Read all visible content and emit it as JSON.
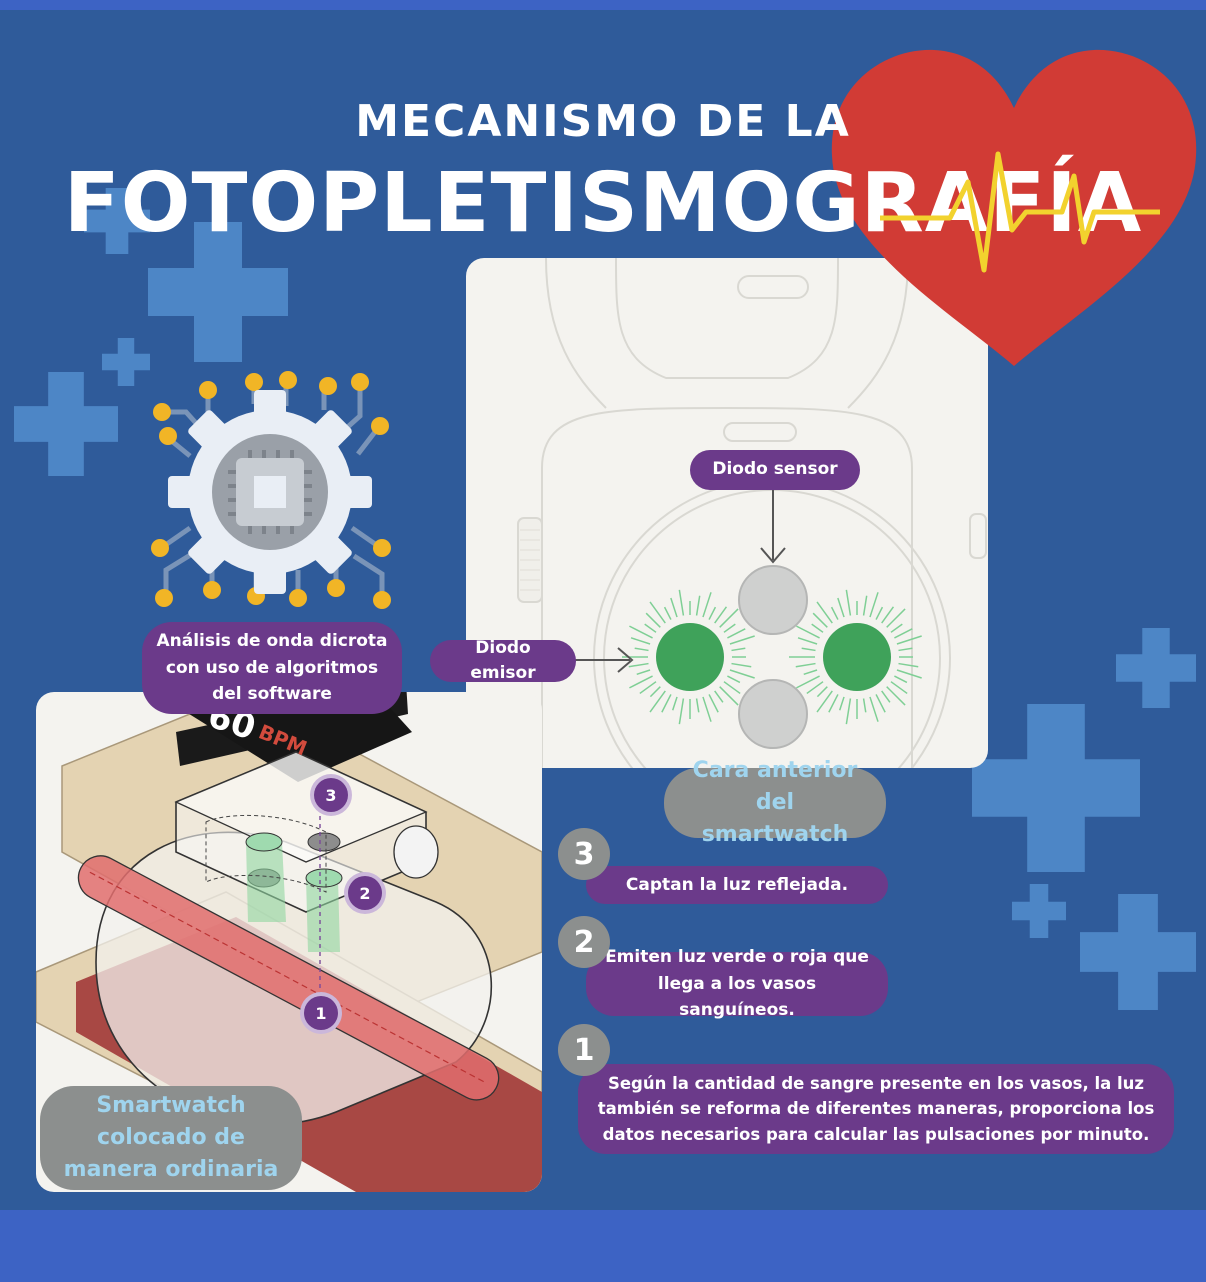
{
  "title": {
    "line1": "MECANISMO DE LA",
    "line2": "FOTOPLETISMOGRAFÍA"
  },
  "watch_face": {
    "sensor_label": "Diodo sensor",
    "emitter_label": "Diodo emisor",
    "caption": "Cara anterior del smartwatch"
  },
  "software": {
    "label": "Análisis de onda dicrota con uso de algoritmos del software"
  },
  "wrist_diagram": {
    "screen_text": "BPM",
    "screen_number": "60",
    "caption": "Smartwatch colocado de manera ordinaria",
    "markers": [
      "3",
      "2",
      "1"
    ]
  },
  "steps": [
    {
      "number": "3",
      "text": "Captan la luz reflejada."
    },
    {
      "number": "2",
      "text": "Emiten luz verde o roja que llega a los vasos sanguíneos."
    },
    {
      "number": "1",
      "text": "Según la cantidad de sangre presente en los vasos, la luz también se reforma de diferentes maneras, proporciona los datos necesarios para calcular las pulsaciones por minuto."
    }
  ],
  "colors": {
    "background": "#2f5b9a",
    "band": "#3d63c4",
    "plus": "#4d86c6",
    "heart": "#d13b35",
    "pulse_line": "#f2d22e",
    "pill_purple": "#6b3a8a",
    "caption_gray": "#8c8f8e",
    "caption_text": "#9fd4ee",
    "emitter_green": "#3fa25a",
    "chip_gold": "#f1b526"
  },
  "icons": [
    "heart-icon",
    "pulse-line-icon",
    "gear-chip-icon",
    "plus-icon",
    "arrow-down-icon",
    "arrow-right-icon"
  ]
}
